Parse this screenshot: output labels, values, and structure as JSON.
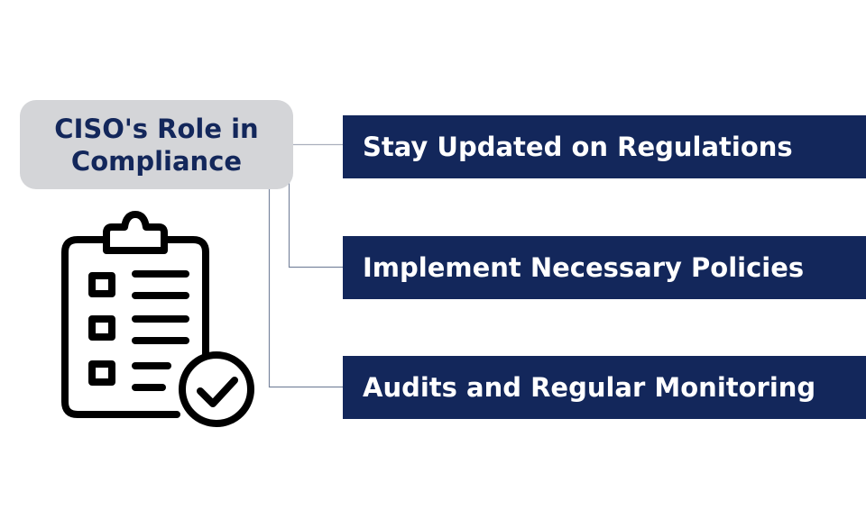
{
  "title": {
    "line1": "CISO's Role in",
    "line2": "Compliance"
  },
  "items": [
    {
      "label": "Stay Updated on Regulations"
    },
    {
      "label": "Implement Necessary Policies"
    },
    {
      "label": "Audits and Regular Monitoring"
    }
  ],
  "icons": {
    "clipboard": "clipboard-checklist-icon"
  },
  "colors": {
    "navy": "#13275b",
    "title_bg": "#d4d5d8",
    "connector": "#7a879f"
  }
}
